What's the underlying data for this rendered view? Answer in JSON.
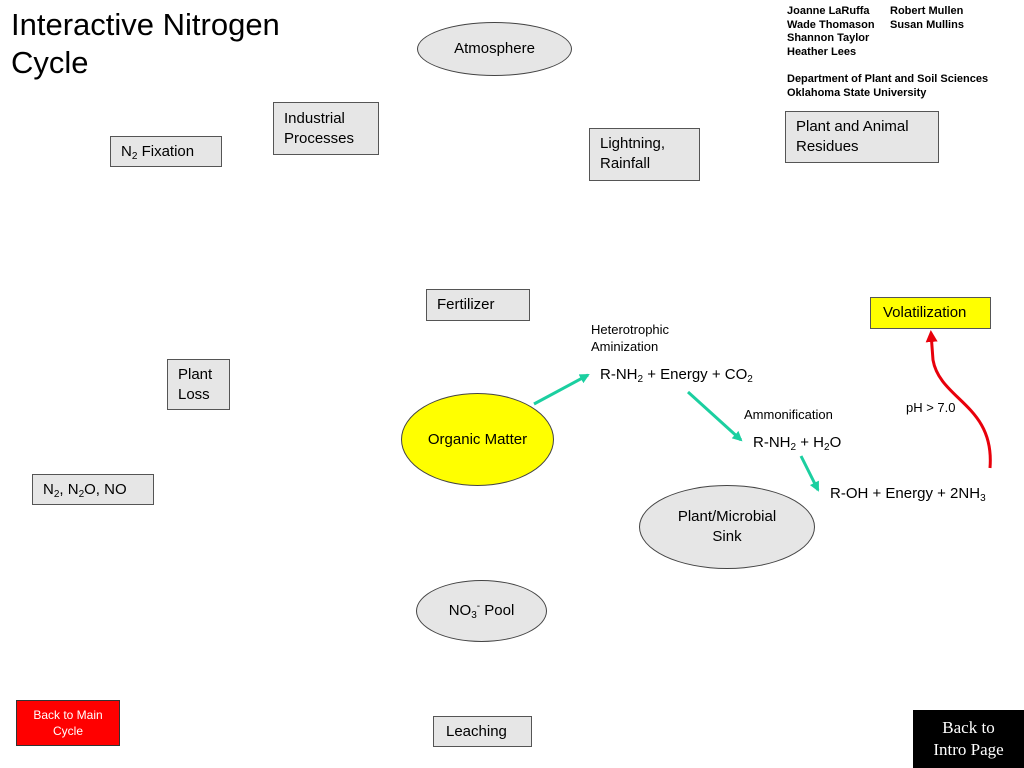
{
  "title": [
    "Interactive Nitrogen",
    "Cycle"
  ],
  "credits": {
    "col1": [
      "Joanne LaRuffa",
      "Wade Thomason",
      "Shannon Taylor",
      "Heather Lees"
    ],
    "col2": [
      "Robert Mullen",
      "Susan Mullins"
    ],
    "department": "Department of Plant and Soil Sciences",
    "university": "Oklahoma State University"
  },
  "nodes": {
    "atmosphere": "Atmosphere",
    "industrial": [
      "Industrial",
      "Processes"
    ],
    "n2_fixation": [
      "N",
      "2",
      " Fixation"
    ],
    "lightning": [
      "Lightning,",
      "Rainfall"
    ],
    "residues": [
      "Plant and Animal",
      "Residues"
    ],
    "fertilizer": "Fertilizer",
    "volatilization": "Volatilization",
    "plant_loss": [
      "Plant",
      "Loss"
    ],
    "organic_matter": "Organic Matter",
    "gases": [
      "N",
      "2",
      ", N",
      "2",
      "O, NO"
    ],
    "sink": [
      "Plant/Microbial",
      "Sink"
    ],
    "no3_pool": [
      "NO",
      "3",
      "-",
      " Pool"
    ],
    "leaching": "Leaching"
  },
  "process_labels": {
    "heterotrophic": [
      "Heterotrophic",
      "Aminization"
    ],
    "ammonification": "Ammonification",
    "ph": "pH > 7.0"
  },
  "equations": {
    "eq1": [
      "R-NH",
      "2",
      " + Energy + CO",
      "2"
    ],
    "eq2": [
      "R-NH",
      "2",
      " + H",
      "2",
      "O"
    ],
    "eq3": [
      "R-OH + Energy + 2NH",
      "3"
    ]
  },
  "buttons": {
    "back_main": [
      "Back to Main",
      "Cycle"
    ],
    "back_intro": [
      "Back to",
      "Intro Page"
    ]
  },
  "colors": {
    "accent_arrow": "#1bcfa0",
    "volatilization_arrow": "#e8000b",
    "highlight": "#ffff00",
    "box_fill": "#e6e6e6"
  }
}
